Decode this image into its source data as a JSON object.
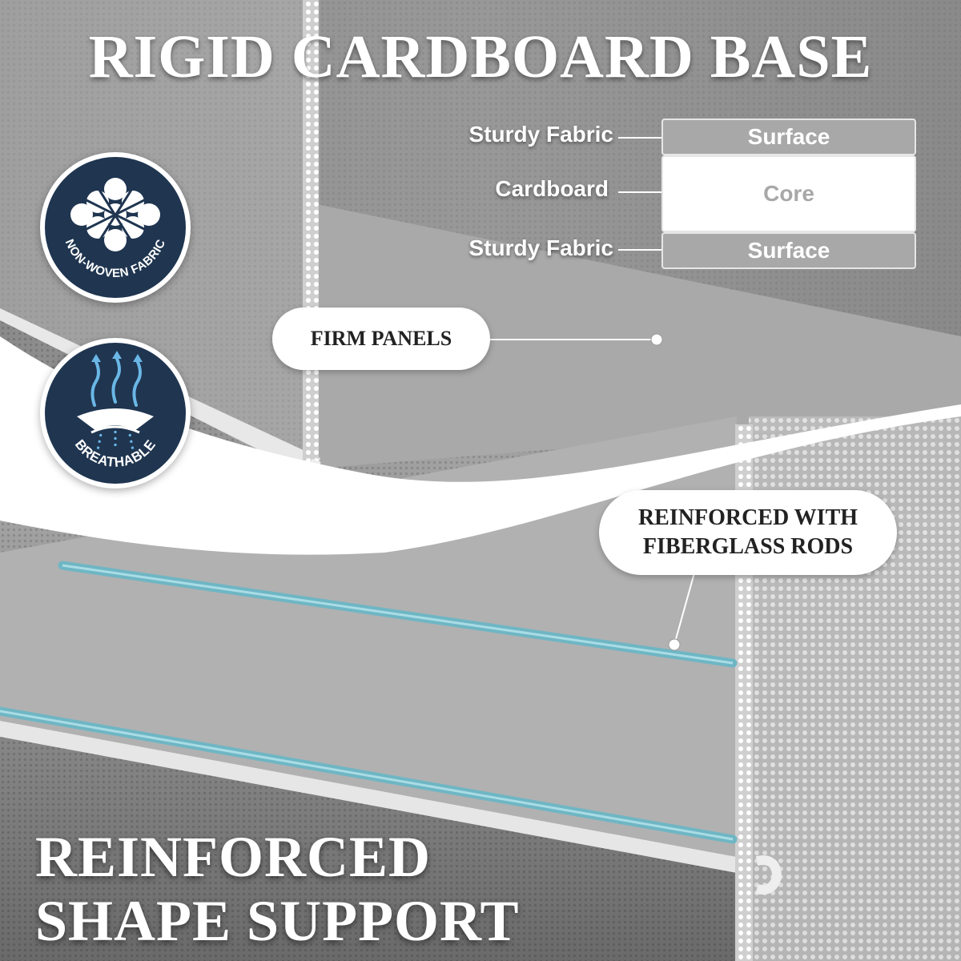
{
  "title_top": "RIGID CARDBOARD BASE",
  "title_bottom": [
    "REINFORCED",
    "SHAPE SUPPORT"
  ],
  "layers": [
    {
      "label": "Sturdy Fabric",
      "box": "Surface"
    },
    {
      "label": "Cardboard",
      "box": "Core"
    },
    {
      "label": "Sturdy Fabric",
      "box": "Surface"
    }
  ],
  "callouts": {
    "firm_panels": "FIRM PANELS",
    "rods": [
      "REINFORCED WITH",
      "FIBERGLASS RODS"
    ]
  },
  "badges": {
    "fabric": {
      "text": "NON-WOVEN FABRIC",
      "icon": "woven-fabric-icon"
    },
    "breathable": {
      "text": "BREATHABLE",
      "icon": "breathable-layers-icon"
    }
  },
  "colors": {
    "badge_bg": "#1f3550",
    "rod": "#6fb6c4",
    "arrow": "#6ab7e6"
  }
}
